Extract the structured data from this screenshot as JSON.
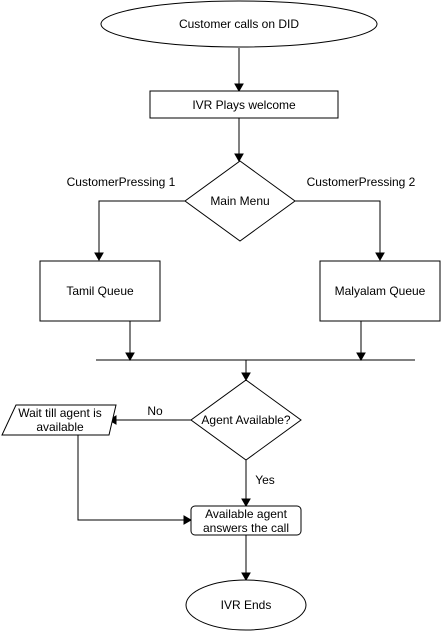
{
  "diagram": {
    "nodes": {
      "start": {
        "label": "Customer calls on DID",
        "shape": "ellipse"
      },
      "welcome": {
        "label": "IVR Plays welcome",
        "shape": "rectangle"
      },
      "main_menu": {
        "label": "Main Menu",
        "shape": "diamond"
      },
      "tamil_queue": {
        "label": "Tamil Queue",
        "shape": "rectangle"
      },
      "malayalam_queue": {
        "label": "Malyalam Queue",
        "shape": "rectangle"
      },
      "agent_available": {
        "label": "Agent Available?",
        "shape": "diamond"
      },
      "wait": {
        "label_line1": "Wait till agent is",
        "label_line2": "available",
        "shape": "trapezoid"
      },
      "answers": {
        "label_line1": "Available agent",
        "label_line2": "answers the call",
        "shape": "rounded-rectangle"
      },
      "end": {
        "label": "IVR Ends",
        "shape": "ellipse"
      }
    },
    "edge_labels": {
      "press_1": "CustomerPressing 1",
      "press_2": "CustomerPressing 2",
      "no": "No",
      "yes": "Yes"
    },
    "colors": {
      "stroke": "#000000",
      "fill": "#ffffff",
      "text": "#000000"
    }
  }
}
